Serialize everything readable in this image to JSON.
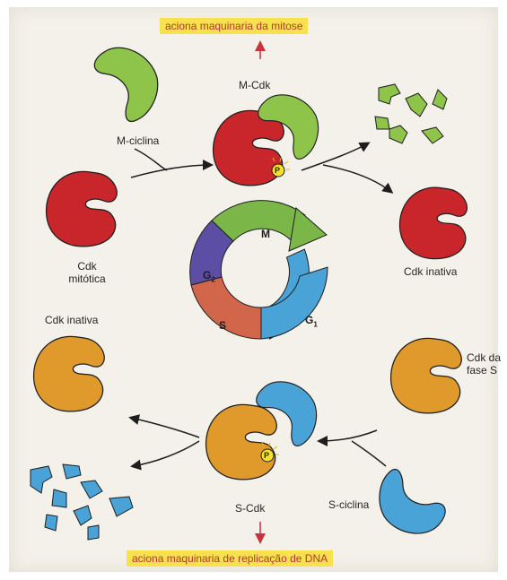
{
  "banners": {
    "top": "aciona maquinaria da mitose",
    "bottom": "aciona maquinaria de replicação de DNA"
  },
  "labels": {
    "m_cdk": "M-Cdk",
    "m_ciclina": "M-ciclina",
    "cdk_mitotica_1": "Cdk",
    "cdk_mitotica_2": "mitótica",
    "cdk_inativa_right": "Cdk inativa",
    "cdk_inativa_left": "Cdk inativa",
    "cdk_fase_s_1": "Cdk da",
    "cdk_fase_s_2": "fase S",
    "s_cdk": "S-Cdk",
    "s_ciclina": "S-ciclina",
    "phosphate": "P"
  },
  "cycle": {
    "m": "M",
    "g2": "G",
    "g2_sub": "2",
    "s": "S",
    "g1": "G",
    "g1_sub": "1"
  },
  "colors": {
    "cdk_red": "#c8262b",
    "cyclin_green": "#8ec44a",
    "cdk_orange": "#e09a2c",
    "cyclin_blue": "#4aa3d6",
    "banner_yellow": "#f7e24e",
    "g2_purple": "#5b4ea4",
    "s_red": "#d2664a",
    "g1_blue": "#4aa3d6",
    "m_green": "#7ab648"
  }
}
